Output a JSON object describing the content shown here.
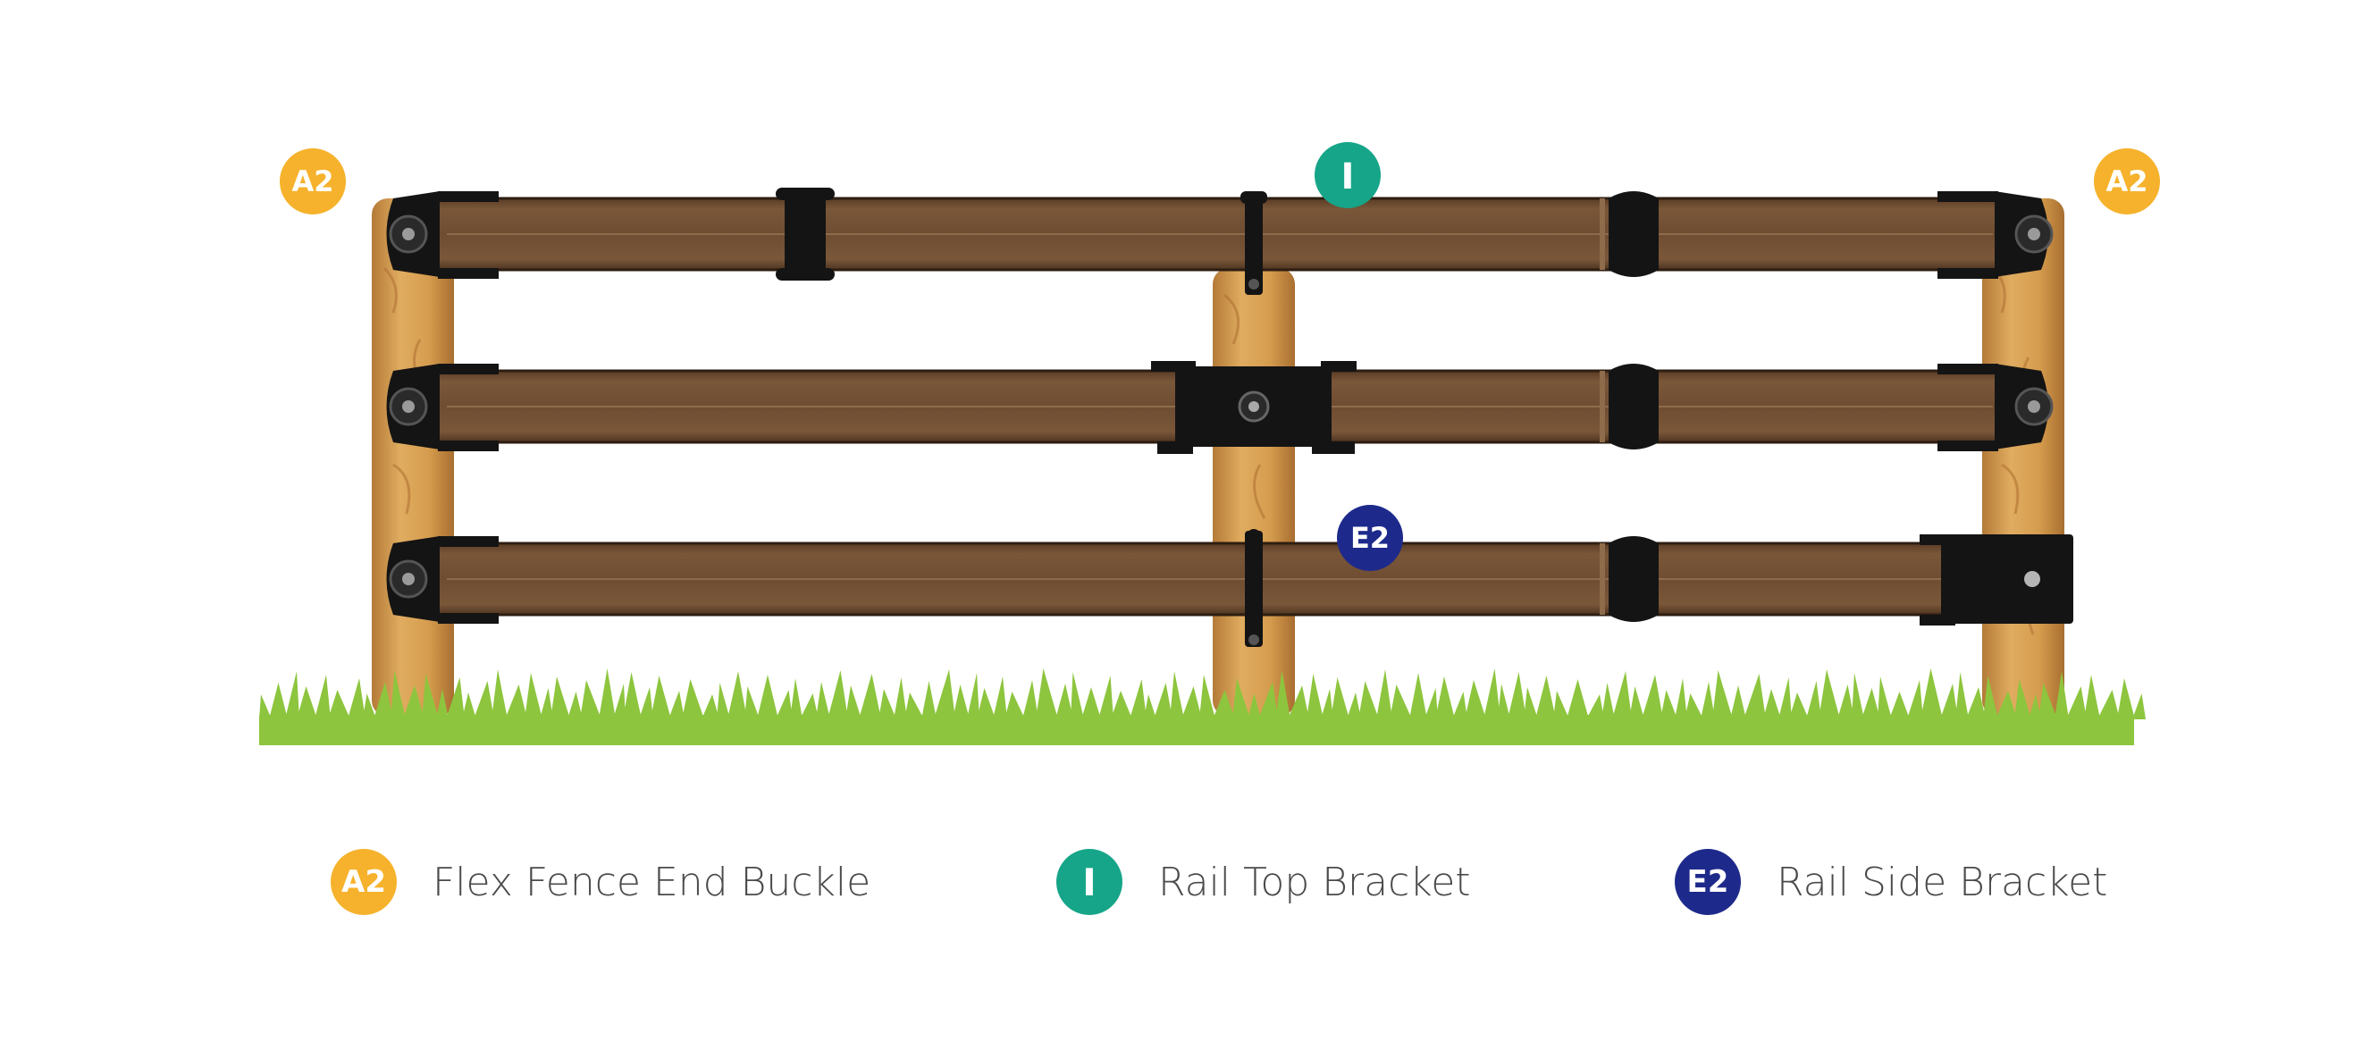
{
  "colors": {
    "a2": "#F6B22C",
    "i": "#16A589",
    "e2": "#1E2A8B",
    "rail": "#6E4D32",
    "post": "#D29A4E",
    "grass": "#8DC53E",
    "hardware": "#141414"
  },
  "badges": {
    "a2_left": "A2",
    "a2_right": "A2",
    "i_top": "I",
    "e2_bottom": "E2"
  },
  "legend": [
    {
      "code": "A2",
      "label": "Flex Fence End Buckle"
    },
    {
      "code": "I",
      "label": "Rail Top Bracket"
    },
    {
      "code": "E2",
      "label": "Rail Side Bracket"
    }
  ]
}
